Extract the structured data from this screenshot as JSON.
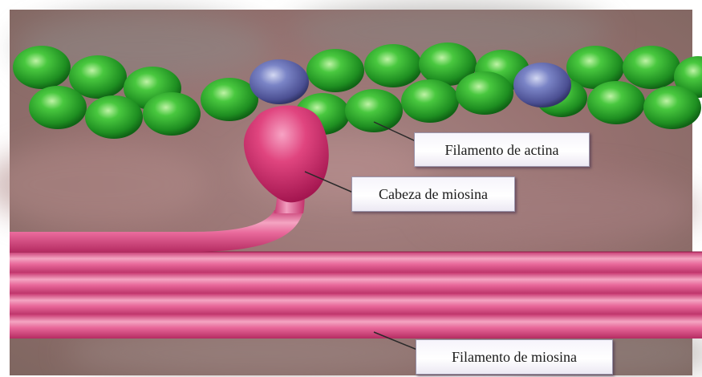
{
  "labels": {
    "actin_filament": "Filamento de actina",
    "myosin_head": "Cabeza de miosina",
    "myosin_filament": "Filamento de miosina"
  },
  "colors": {
    "actin_subunit": "#3dbb3d",
    "tropomyosin_node": "#6a72b8",
    "myosin": "#e0608c",
    "myosin_head": "#d93674",
    "background": "#9b7478"
  }
}
